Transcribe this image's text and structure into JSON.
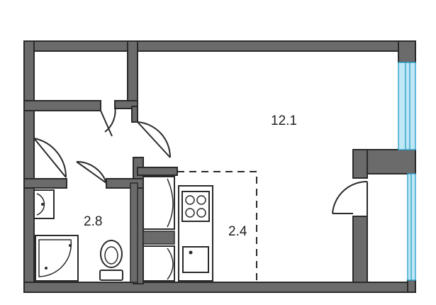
{
  "plan": {
    "rooms": [
      {
        "id": "living",
        "area_label": "12.1"
      },
      {
        "id": "bathroom",
        "area_label": "2.8"
      },
      {
        "id": "kitchen",
        "area_label": "2.4"
      }
    ]
  },
  "colors": {
    "wall_fill": "#6b6b6b",
    "wall_stroke": "#2a2a2a",
    "glass_fill": "#bfe7f5",
    "glass_stroke": "#3aa6cf"
  }
}
